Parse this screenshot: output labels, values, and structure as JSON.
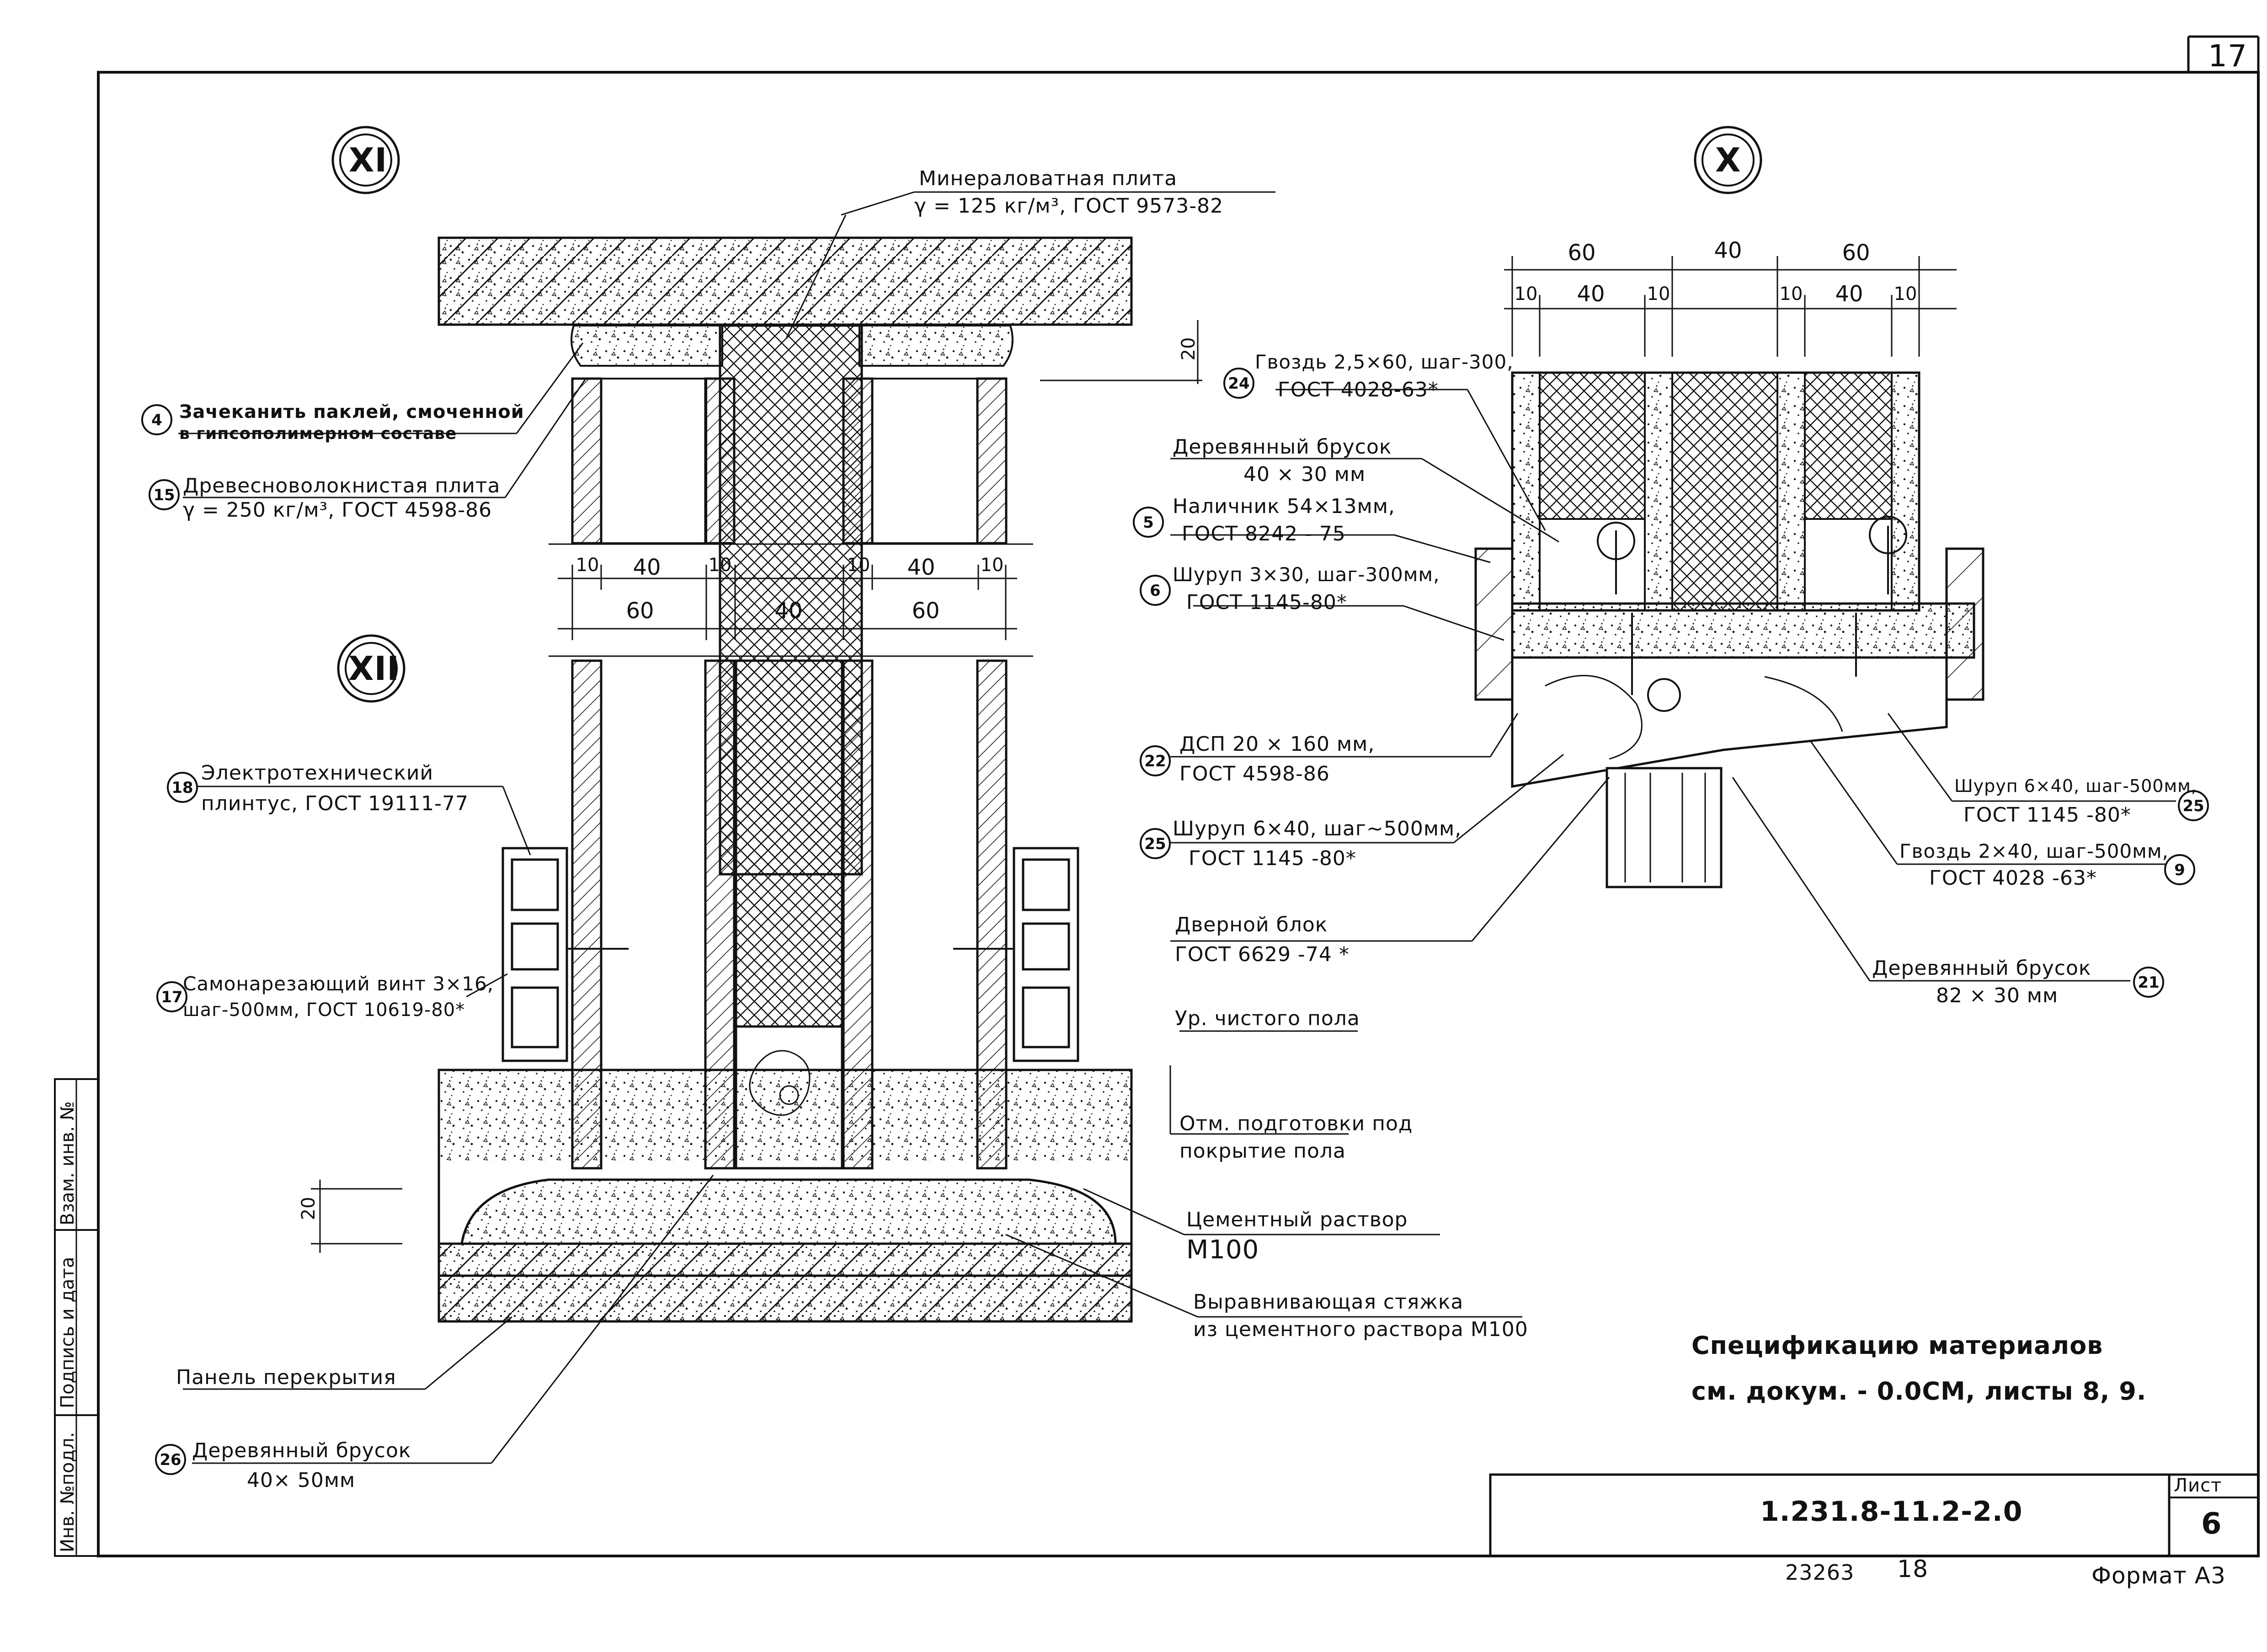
{
  "sheet": {
    "corner_number": "17",
    "code": "1.231.8-11.2-2.0",
    "list_label": "Лист",
    "list_number": "6",
    "inventory": "23263",
    "inventory_page": "18",
    "format": "Формат А3",
    "spec_line1": "Спецификацию материалов",
    "spec_line2": "см. докум. - 0.0СМ, листы 8, 9."
  },
  "stamp_side": {
    "inv_podl": "Инв. №подл.",
    "podpis": "Подпись и дата",
    "vzam": "Взам. инв. №"
  },
  "sections": {
    "xi": "XI",
    "x": "X",
    "xii": "XII"
  },
  "dims_left": {
    "d10a": "10",
    "d40a": "40",
    "d10b": "10",
    "d10c": "10",
    "d40b": "40",
    "d10d": "10",
    "d60a": "60",
    "d40c": "40",
    "d60b": "60",
    "d20_top": "20",
    "d20_bottom": "20"
  },
  "dims_right": {
    "d60a": "60",
    "d40": "40",
    "d60b": "60",
    "d10a": "10",
    "d40a": "40",
    "d10b": "10",
    "d10c": "10",
    "d40b": "40",
    "d10d": "10"
  },
  "callouts": {
    "mineral_l1": "Минераловатная плита",
    "mineral_l2": "γ = 125 кг/м³, ГОСТ 9573-82",
    "c4_num": "4",
    "c4_l1": "Зачеканить паклей, смоченной",
    "c4_l2": "в гипсополимерном составе",
    "c15_num": "15",
    "c15_l1": "Древесноволокнистая плита",
    "c15_l2": "γ = 250 кг/м³, ГОСТ 4598-86",
    "c18_num": "18",
    "c18_l1": "Электротехнический",
    "c18_l2": "плинтус, ГОСТ 19111-77",
    "c17_num": "17",
    "c17_l1": "Самонарезающий винт 3×16,",
    "c17_l2": "шаг-500мм, ГОСТ 10619-80*",
    "panel": "Панель перекрытия",
    "c26_num": "26",
    "c26_l1": "Деревянный брусок",
    "c26_l2": "40× 50мм",
    "c24_num": "24",
    "c24_l1": "Гвоздь 2,5×60, шаг-300,",
    "c24_l2": "ГОСТ 4028-63*",
    "brusok_l1": "Деревянный брусок",
    "brusok_l2": "40 × 30 мм",
    "c5_num": "5",
    "c5_l1": "Наличник 54×13мм,",
    "c5_l2": "ГОСТ 8242 - 75",
    "c6_num": "6",
    "c6_l1": "Шуруп 3×30, шаг-300мм,",
    "c6_l2": "ГОСТ 1145-80*",
    "c22_num": "22",
    "c22_l1": "ДСП 20 × 160 мм,",
    "c22_l2": "ГОСТ 4598-86",
    "c25a_num": "25",
    "c25a_l1": "Шуруп 6×40, шаг~500мм,",
    "c25a_l2": "ГОСТ 1145 -80*",
    "door_l1": "Дверной блок",
    "door_l2": "ГОСТ 6629 -74 *",
    "c25b_num": "25",
    "c25b_l1": "Шуруп 6×40, шаг-500мм,",
    "c25b_l2": "ГОСТ 1145 -80*",
    "c9_num": "9",
    "c9_l1": "Гвоздь 2×40, шаг-500мм,",
    "c9_l2": "ГОСТ 4028 -63*",
    "c21_num": "21",
    "c21_l1": "Деревянный брусок",
    "c21_l2": "82 × 30 мм",
    "floor_level": "Ур. чистого пола",
    "prep_l1": "Отм. подготовки под",
    "prep_l2": "покрытие пола",
    "cement_l1": "Цементный раствор",
    "cement_l2": "М100",
    "screed_l1": "Выравнивающая стяжка",
    "screed_l2": "из цементного раствора М100"
  }
}
